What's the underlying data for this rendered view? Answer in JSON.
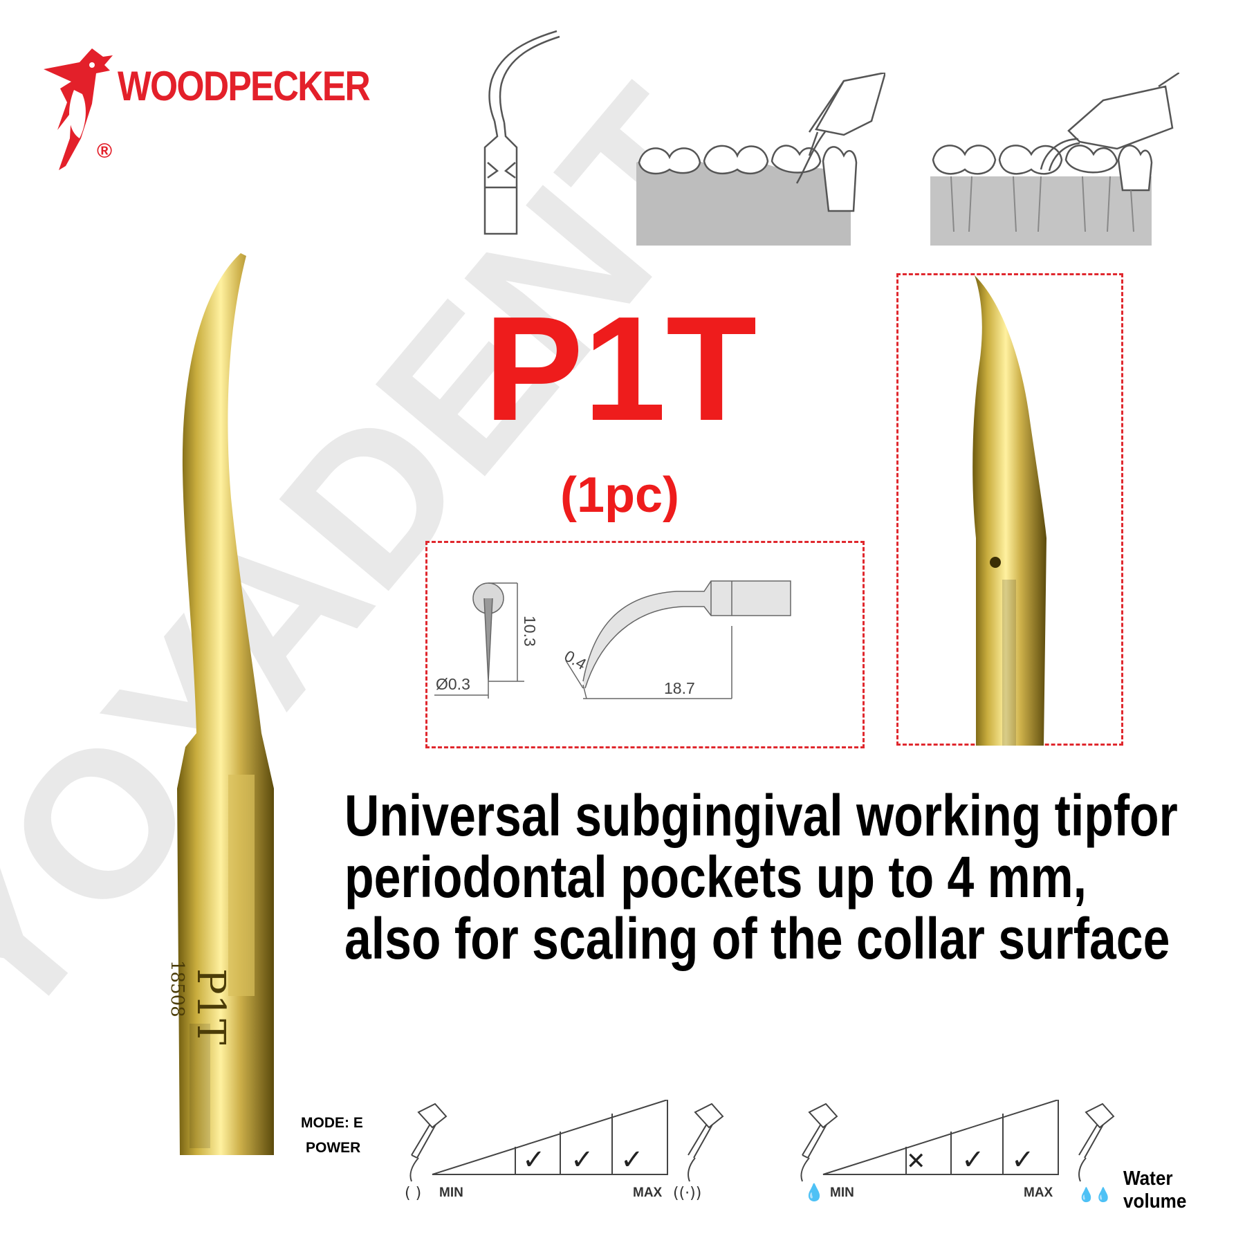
{
  "brand": {
    "name": "WOODPECKER",
    "registered_mark": "®",
    "color": "#e3202a"
  },
  "watermark": {
    "text": "YOYADENT",
    "color": "#dcdcdc"
  },
  "product": {
    "model": "P1T",
    "quantity": "(1pc)",
    "title_color": "#ee1c1c",
    "engraving_model": "P1T",
    "engraving_serial": "18508"
  },
  "dimensions": {
    "length": "10.3",
    "tip_diameter": "Ø0.3",
    "tip_width": "0.4",
    "reach": "18.7"
  },
  "description": [
    "Universal subgingival working tipfor",
    "periodontal pockets up to 4 mm,",
    "also for scaling of the collar surface"
  ],
  "settings": {
    "mode_label": "MODE: E",
    "power_label": "POWER",
    "power_scale": {
      "min_label": "MIN",
      "max_label": "MAX",
      "levels": [
        "check",
        "check",
        "check"
      ]
    },
    "water_scale": {
      "min_label": "MIN",
      "max_label": "MAX",
      "levels": [
        "cross",
        "check",
        "check"
      ]
    },
    "water_label": "Water volume"
  },
  "illustrations": [
    "tip-outline-icon",
    "tip-on-lower-teeth-icon",
    "tip-on-upper-teeth-icon"
  ]
}
